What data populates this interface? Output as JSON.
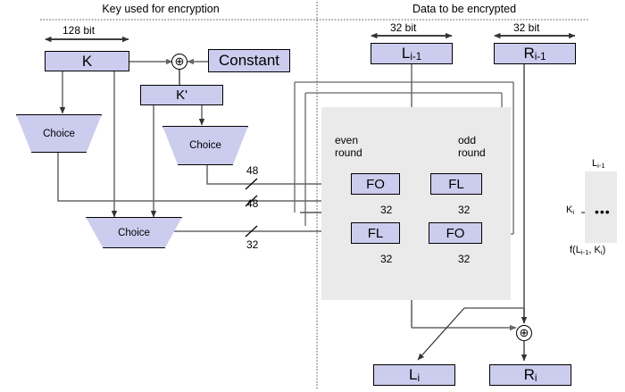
{
  "figure": {
    "title_left": "Key used for encryption",
    "title_right": "Data to be encrypted"
  },
  "key_schedule": {
    "width_label": "128 bit",
    "k_box": "K",
    "constant_box": "Constant",
    "kprime_box": "K'",
    "xor_symbol": "⊕",
    "choice_left": "Choice",
    "choice_right": "Choice",
    "choice_bottom": "Choice",
    "bus_labels": {
      "fo_upper": "48",
      "fo_lower": "48",
      "fl_lower": "32"
    }
  },
  "data_path": {
    "left_width_label": "32 bit",
    "right_width_label": "32 bit",
    "l_in": "L",
    "l_in_sub": "i-1",
    "r_in": "R",
    "r_in_sub": "i-1",
    "even_round_label_line1": "even",
    "even_round_label_line2": "round",
    "odd_round_label_line1": "odd",
    "odd_round_label_line2": "round",
    "fo_top": "FO",
    "fl_top": "FL",
    "fl_bottom": "FL",
    "fo_bottom": "FO",
    "wire_widths": {
      "fo_top_out": "32",
      "fl_top_out": "32",
      "fl_bottom_out": "32",
      "fo_bottom_out": "32"
    },
    "xor_symbol": "⊕",
    "l_out": "L",
    "l_out_sub": "i",
    "r_out": "R",
    "r_out_sub": "i"
  },
  "legend": {
    "input_label": "L",
    "input_sub": "i-1",
    "key_label": "K",
    "key_sub": "i",
    "body": "•••",
    "output_label": "f(L",
    "output_sub1": "i-1",
    "output_mid": ", K",
    "output_sub2": "i",
    "output_end": ")"
  },
  "colors": {
    "box_fill": "#ccccee",
    "shade_fill": "#eaeaea",
    "wire": "#666666",
    "outline": "#000000"
  }
}
